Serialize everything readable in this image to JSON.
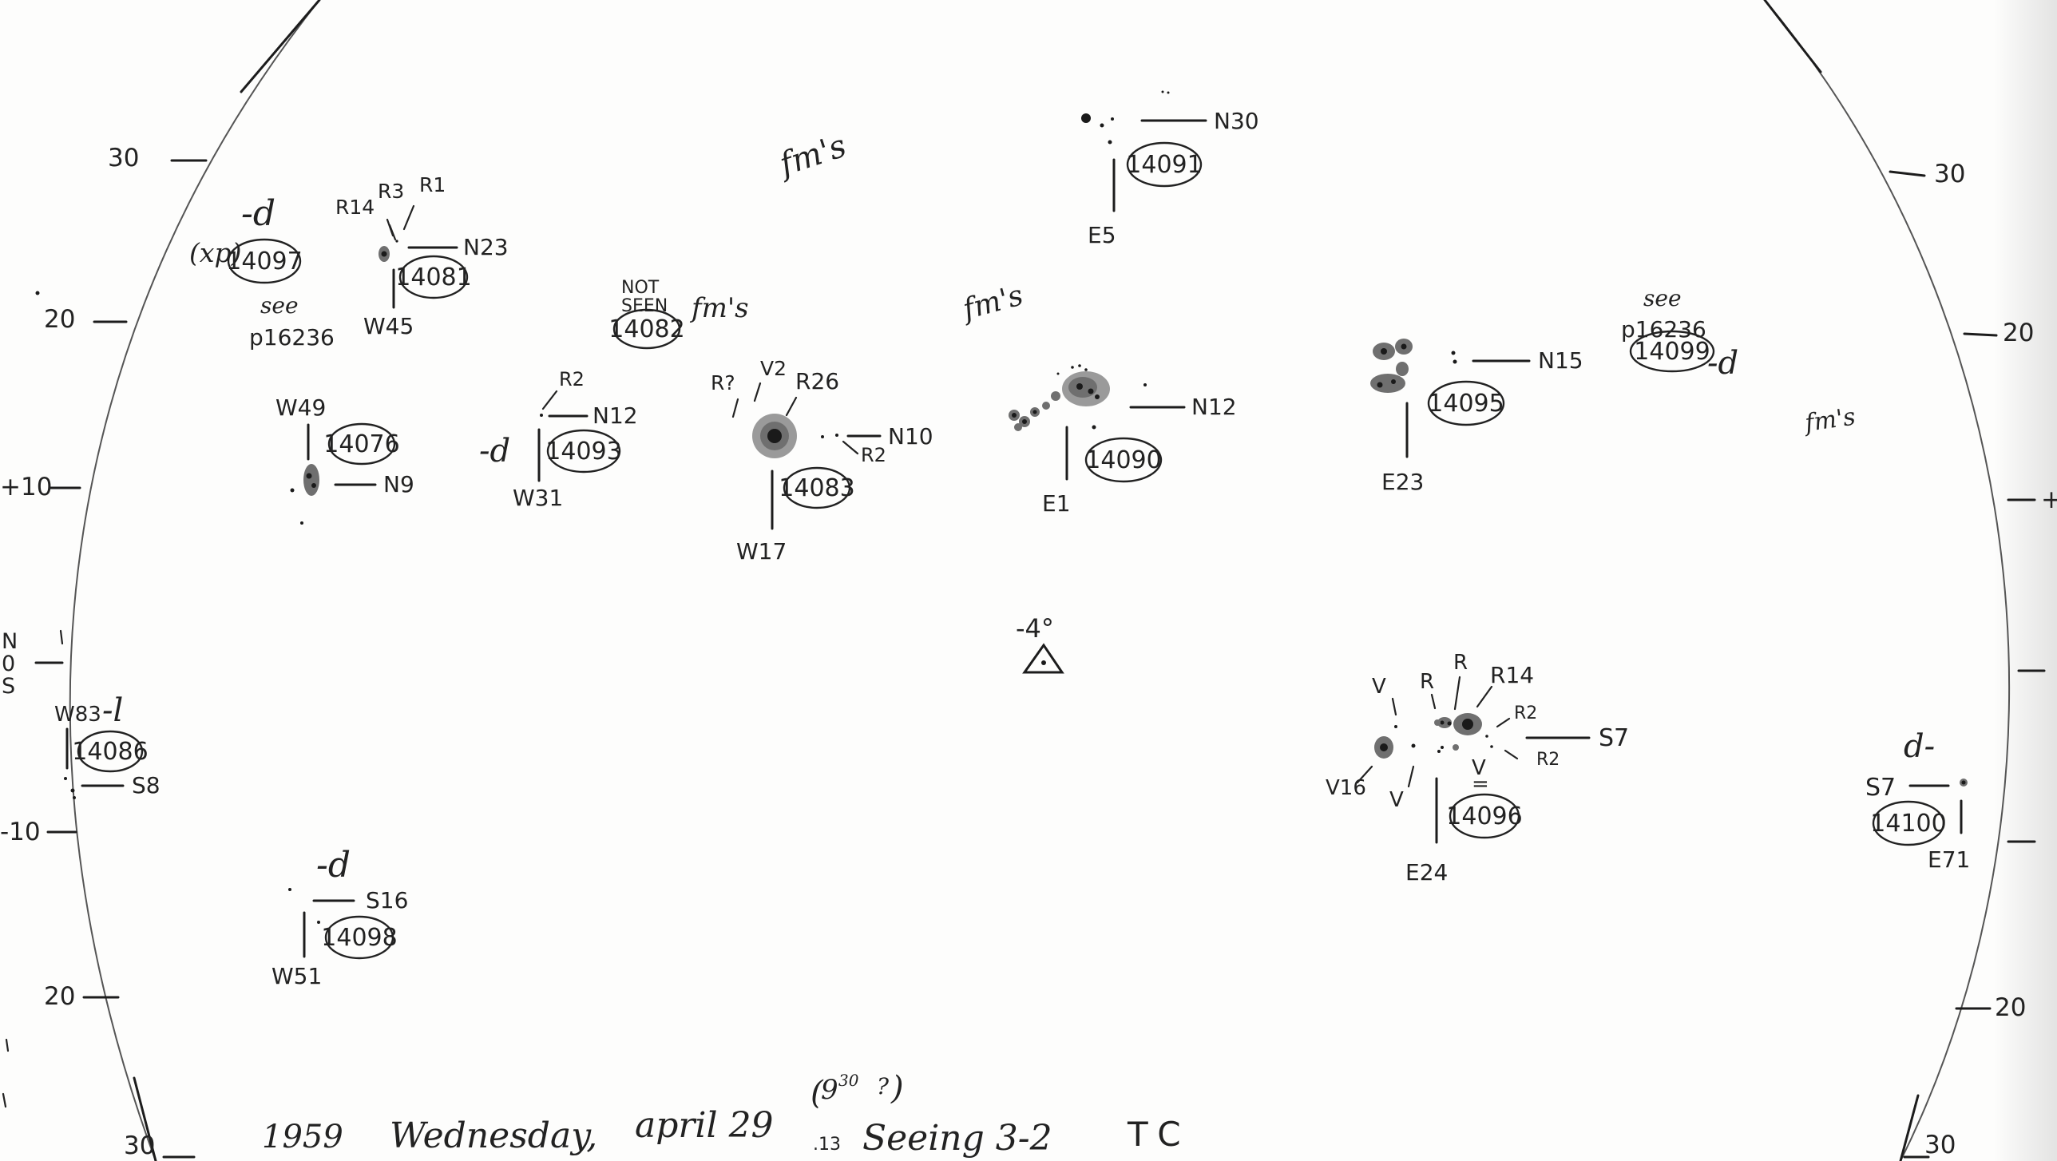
{
  "scale": {
    "left": [
      "30",
      "20",
      "+10",
      "-10",
      "20",
      "30"
    ],
    "right": [
      "30",
      "20",
      "20",
      "30"
    ],
    "right_partial": "+",
    "ns": [
      "N",
      "0",
      "S"
    ]
  },
  "groups": [
    {
      "region": "14097",
      "note_top": "-d",
      "prefix": "(xp)",
      "note_below": [
        "see",
        "p16236"
      ]
    },
    {
      "region": "14081",
      "lat": "N23",
      "lon": "W45",
      "labels": [
        "R14",
        "R3",
        "R1"
      ]
    },
    {
      "region": "14076",
      "lat": "N9",
      "lon": "W49"
    },
    {
      "region": "14093",
      "lat": "N12",
      "lon": "W31",
      "labels": [
        "R2"
      ],
      "note": "-d"
    },
    {
      "region": "14082",
      "header": [
        "NOT",
        "SEEN"
      ],
      "note": "fm's"
    },
    {
      "region": "14083",
      "lat": "N10",
      "lon": "W17",
      "labels": [
        "R?",
        "V2",
        "R26",
        "R2"
      ]
    },
    {
      "region": "14091",
      "lat": "N30",
      "lon": "E5"
    },
    {
      "region": "14090",
      "lat": "N12",
      "lon": "E1"
    },
    {
      "region": "14095",
      "lat": "N15",
      "lon": "E23"
    },
    {
      "region": "14099",
      "note": "-d",
      "note_above": [
        "see",
        "p16236"
      ]
    },
    {
      "region": "14086",
      "lat": "S8",
      "lon": "W83",
      "note": "-l"
    },
    {
      "region": "14098",
      "lat": "S16",
      "lon": "W51",
      "note": "-d"
    },
    {
      "region": "14096",
      "lat": "S7",
      "lon": "E24",
      "labels": [
        "V",
        "R",
        "R",
        "R14",
        "R2",
        "R2",
        "V16",
        "V",
        "V",
        "="
      ]
    },
    {
      "region": "14100",
      "lat": "S7",
      "lon": "E71",
      "note": "d-"
    }
  ],
  "notes": {
    "fms": [
      "fm's",
      "fm's",
      "fm's"
    ],
    "center": "-4°"
  },
  "footer": {
    "year": "1959",
    "day": "Wednesday,",
    "date": "april 29",
    "time_hours": "9",
    "time_minutes": "30",
    "time_query": "?",
    "fraction": ".13",
    "seeing": "Seeing 3-2",
    "initials": "TC"
  }
}
